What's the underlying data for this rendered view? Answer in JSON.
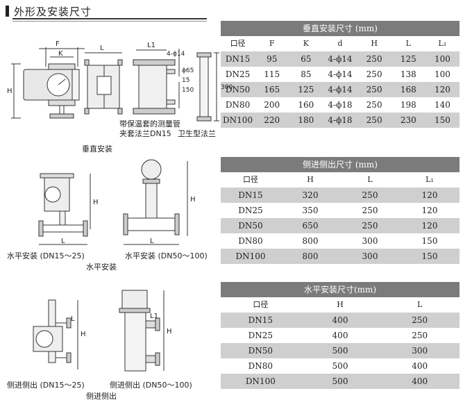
{
  "header": {
    "title": "外形及安装尺寸"
  },
  "vertical_table": {
    "title": "垂直安装尺寸 (mm)",
    "columns": [
      "口径",
      "F",
      "K",
      "d",
      "H",
      "L",
      "L₁"
    ],
    "rows": [
      [
        "DN15",
        "95",
        "65",
        "4-ϕ14",
        "250",
        "125",
        "100"
      ],
      [
        "DN25",
        "115",
        "85",
        "4-ϕ14",
        "250",
        "138",
        "100"
      ],
      [
        "DN50",
        "165",
        "125",
        "4-ϕ14",
        "250",
        "168",
        "120"
      ],
      [
        "DN80",
        "200",
        "160",
        "4-ϕ18",
        "250",
        "198",
        "140"
      ],
      [
        "DN100",
        "220",
        "180",
        "4-ϕ18",
        "250",
        "230",
        "150"
      ]
    ]
  },
  "side_table": {
    "title": "侧进侧出尺寸 (mm)",
    "columns": [
      "口径",
      "H",
      "L",
      "L₁"
    ],
    "rows": [
      [
        "DN15",
        "320",
        "250",
        "120"
      ],
      [
        "DN25",
        "350",
        "250",
        "120"
      ],
      [
        "DN50",
        "650",
        "250",
        "120"
      ],
      [
        "DN80",
        "800",
        "300",
        "150"
      ],
      [
        "DN100",
        "800",
        "300",
        "150"
      ]
    ]
  },
  "horizontal_table": {
    "title": "水平安装尺寸(mm)",
    "columns": [
      "口径",
      "H",
      "L"
    ],
    "rows": [
      [
        "DN15",
        "400",
        "250"
      ],
      [
        "DN25",
        "400",
        "250"
      ],
      [
        "DN50",
        "500",
        "300"
      ],
      [
        "DN80",
        "500",
        "400"
      ],
      [
        "DN100",
        "500",
        "400"
      ]
    ]
  },
  "diagrams": {
    "vertical": {
      "caption": "垂直安装",
      "jacket_note_1": "带保温套的测量管",
      "jacket_note_2": "夹套法兰DN15",
      "sanitary_note": "卫生型法兰",
      "dims": {
        "F": "F",
        "K": "K",
        "H": "H",
        "L": "L",
        "L1": "L1",
        "d": "4-ϕ14",
        "d65": "ϕ65",
        "d15": "15",
        "d150": "150",
        "d300": "300"
      }
    },
    "horizontal": {
      "caption": "水平安装",
      "small_caption": "水平安装  (DN15～25)",
      "large_caption": "水平安装  (DN50～100)",
      "dims": {
        "H": "H",
        "L": "L"
      }
    },
    "side": {
      "caption": "侧进侧出",
      "small_caption": "侧进侧出  (DN15～25)",
      "large_caption": "侧进侧出  (DN50～100)",
      "dims": {
        "H": "H",
        "L": "L",
        "L1": "L1"
      }
    }
  }
}
